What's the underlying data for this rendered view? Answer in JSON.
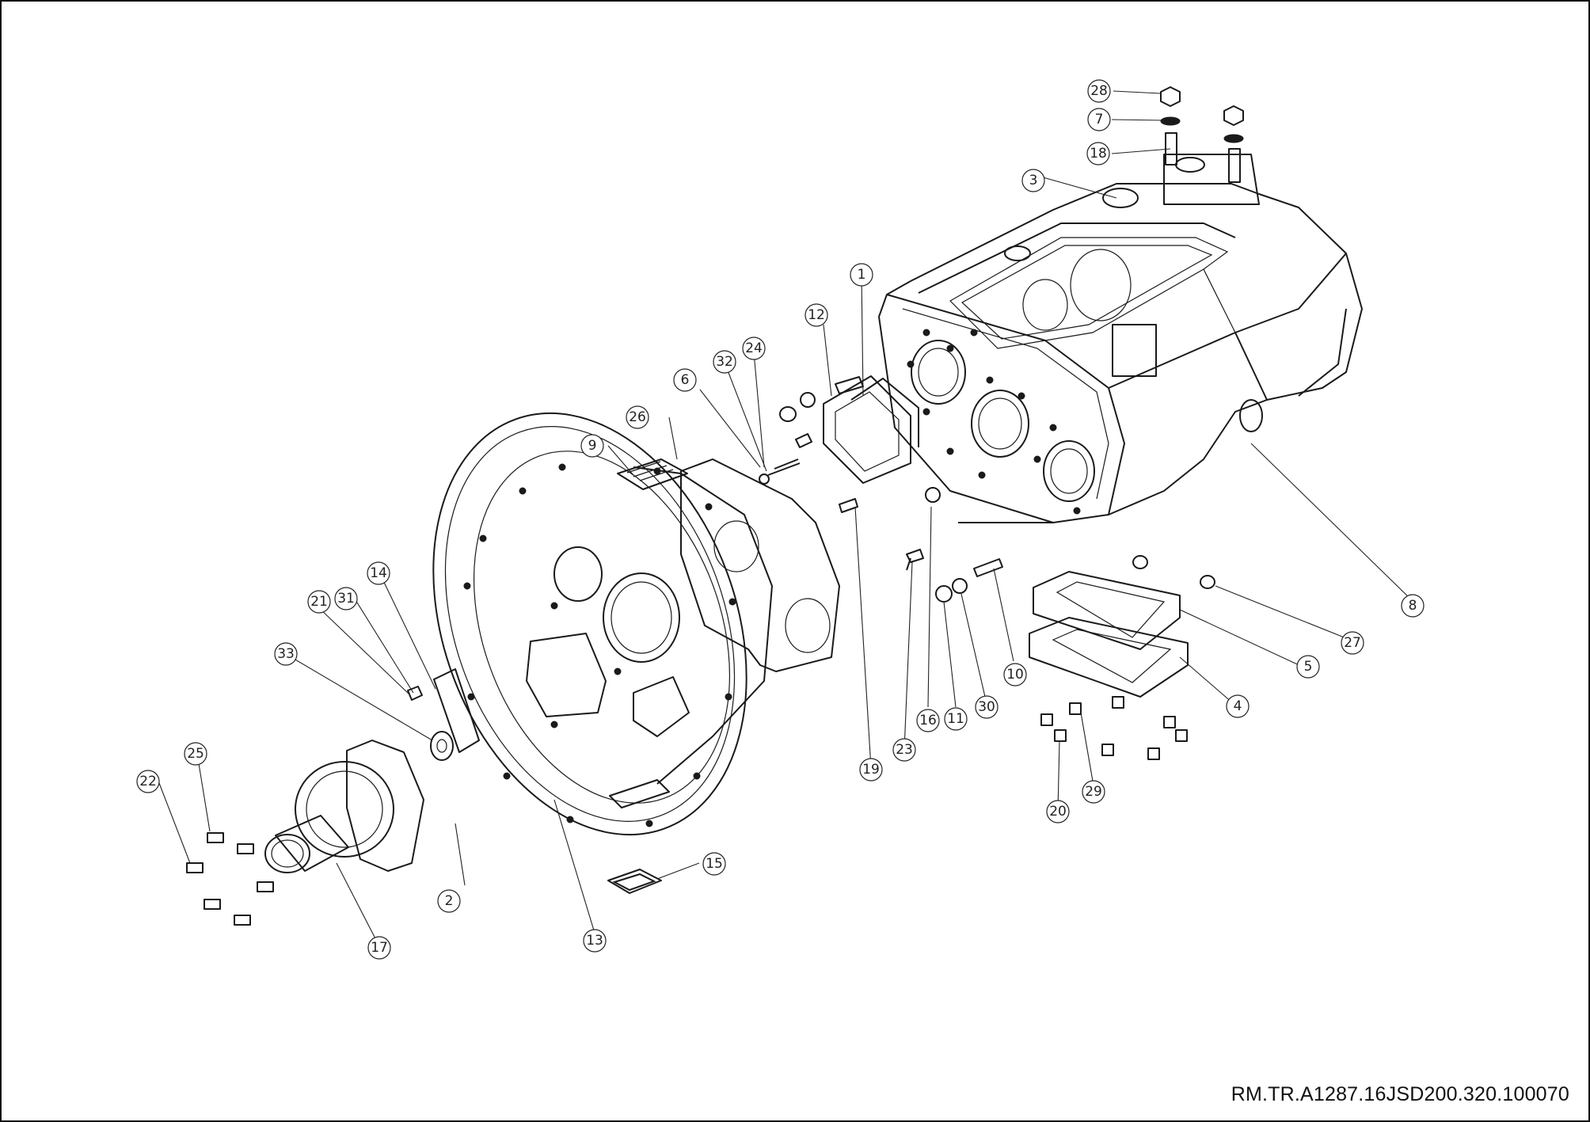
{
  "drawing": {
    "document_number": "RM.TR.A1287.16JSD200.320.100070",
    "callouts": [
      "1",
      "2",
      "3",
      "4",
      "5",
      "6",
      "7",
      "8",
      "9",
      "10",
      "11",
      "12",
      "13",
      "14",
      "15",
      "16",
      "17",
      "18",
      "19",
      "20",
      "21",
      "22",
      "23",
      "24",
      "25",
      "26",
      "27",
      "28",
      "29",
      "30",
      "31",
      "32",
      "33"
    ]
  }
}
